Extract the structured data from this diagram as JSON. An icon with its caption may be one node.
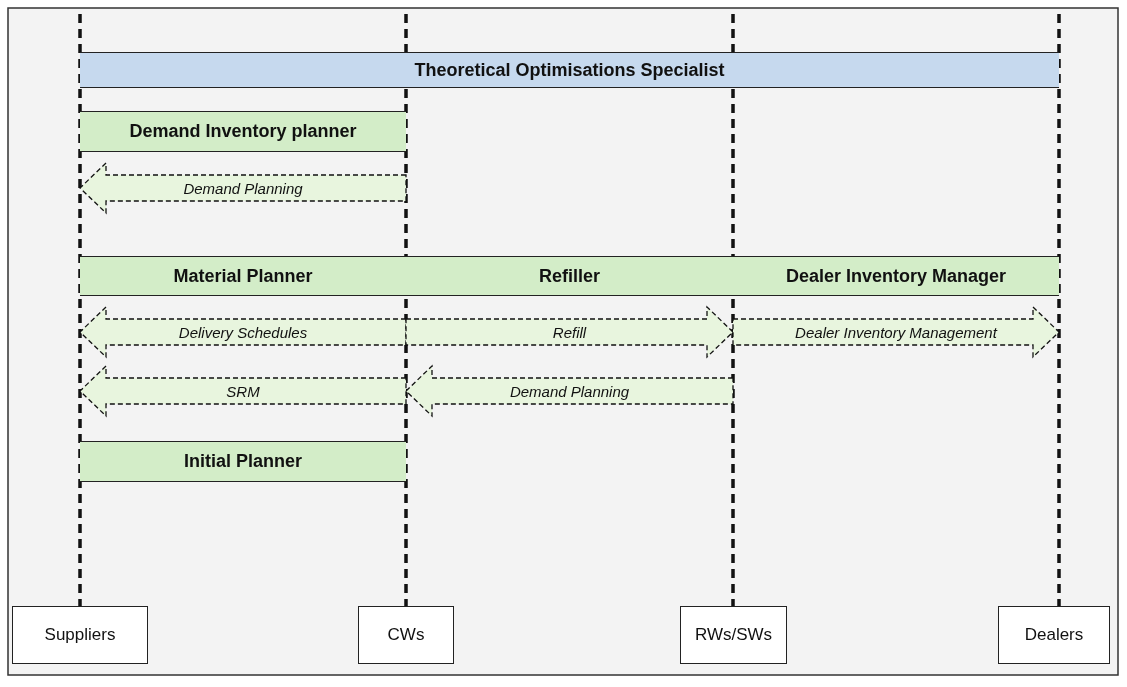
{
  "diagram": {
    "nodes": [
      {
        "text": [
          "Theoretical Optimisations Specialist"
        ]
      },
      {
        "text": [
          "Demand Inventory planner"
        ]
      },
      {
        "text": [
          "Material Planner"
        ]
      },
      {
        "text": [
          "Refiller"
        ]
      },
      {
        "text": [
          "Dealer Inventory Manager"
        ]
      },
      {
        "text": [
          "Initial Planner"
        ]
      },
      {
        "text": [
          "Suppliers"
        ]
      },
      {
        "text": [
          "CWs"
        ]
      },
      {
        "text": [
          "RWs/SWs"
        ]
      },
      {
        "text": [
          "Dealers"
        ]
      }
    ],
    "edges": [
      {
        "from": 7,
        "to": 6,
        "arrow": "to",
        "label": "Demand Planning",
        "style": "dashed"
      },
      {
        "from": 7,
        "to": 6,
        "arrow": "to",
        "label": "Delivery Schedules",
        "style": "dashed"
      },
      {
        "from": 7,
        "to": 8,
        "arrow": "to",
        "label": "Refill",
        "style": "dashed"
      },
      {
        "from": 8,
        "to": 9,
        "arrow": "to",
        "label": "Dealer Inventory Management",
        "style": "dashed"
      },
      {
        "from": 7,
        "to": 6,
        "arrow": "to",
        "label": "SRM",
        "style": "dashed"
      },
      {
        "from": 8,
        "to": 7,
        "arrow": "to",
        "label": "Demand Planning",
        "style": "dashed"
      }
    ]
  }
}
